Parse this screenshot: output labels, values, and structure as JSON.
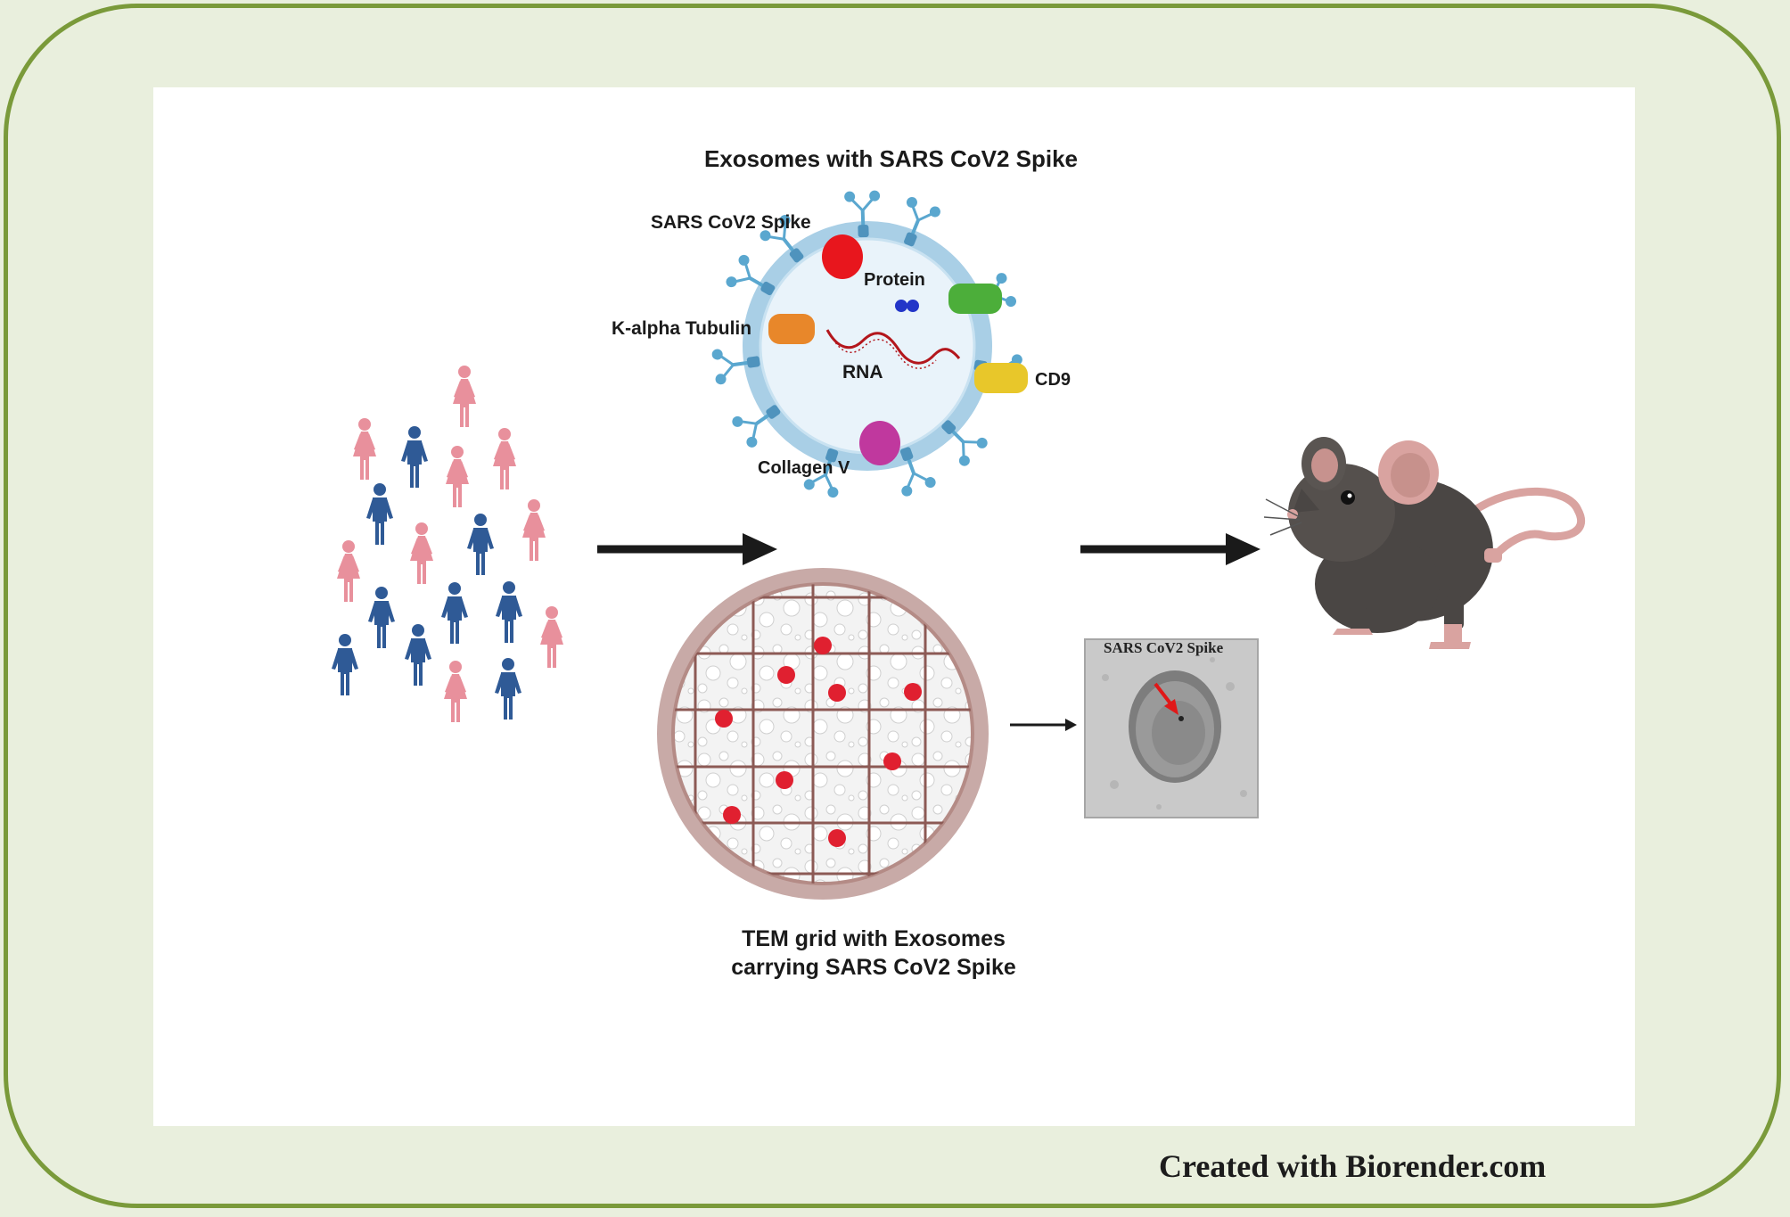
{
  "diagram": {
    "title": "Exosomes with SARS CoV2 Spike",
    "exosome_labels": {
      "spike": "SARS CoV2 Spike",
      "protein": "Protein",
      "tubulin": "K-alpha Tubulin",
      "rna": "RNA",
      "cd9": "CD9",
      "collagen": "Collagen V"
    },
    "tem_caption": "TEM grid with Exosomes\ncarrying SARS CoV2 Spike",
    "tem_image_label": "SARS CoV2 Spike",
    "credit": "Created with Biorender.com"
  },
  "colors": {
    "frame_border": "#7a9a3a",
    "frame_fill": "#e9efdd",
    "female_figure": "#e8909c",
    "male_figure": "#2f5a96",
    "spike": "#e8161d",
    "protein": "#2235c8",
    "green_marker": "#4cae3a",
    "tubulin": "#e8872a",
    "cd9": "#e8c72a",
    "collagen": "#c0389e",
    "rna": "#b3161c",
    "receptor": "#5aa7cf",
    "membrane": "#a9cfe6",
    "mouse": "#4a4644",
    "mouse_pink": "#d9a3a0"
  },
  "icons": [
    "female-person-icon",
    "male-person-icon",
    "arrow-icon",
    "exosome-icon",
    "tem-grid-icon",
    "tem-micrograph-icon",
    "mouse-icon"
  ]
}
